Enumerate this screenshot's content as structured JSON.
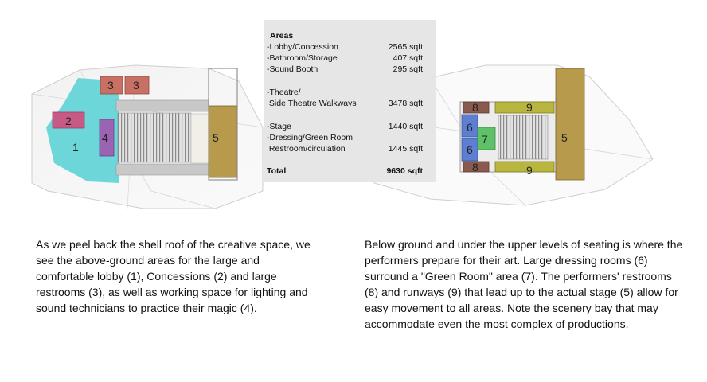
{
  "areas": {
    "heading": "Areas",
    "rows": [
      {
        "label": "-Lobby/Concession",
        "value": "2565 sqft"
      },
      {
        "label": "-Bathroom/Storage",
        "value": "407 sqft"
      },
      {
        "label": "-Sound Booth",
        "value": "295 sqft"
      },
      {
        "label": "-Theatre/",
        "value": ""
      },
      {
        "label": " Side Theatre Walkways",
        "value": "3478 sqft"
      },
      {
        "label": "-Stage",
        "value": "1440 sqft"
      },
      {
        "label": "-Dressing/Green Room",
        "value": ""
      },
      {
        "label": " Restroom/circulation",
        "value": "1445 sqft"
      },
      {
        "label": "Total",
        "value": "9630 sqft"
      }
    ]
  },
  "plan_left": {
    "labels": [
      "1",
      "2",
      "3",
      "3",
      "4",
      "5"
    ],
    "colors": {
      "lobby": "#5ed3d6",
      "concessions": "#c85a86",
      "restrooms": "#c77063",
      "booth": "#9b64b3",
      "stage": "#b89a4d"
    }
  },
  "plan_right": {
    "labels": [
      "8",
      "9",
      "6",
      "7",
      "6",
      "8",
      "9",
      "5"
    ],
    "colors": {
      "dressing": "#5e7fd1",
      "green_room": "#5fc26a",
      "restrooms": "#8a5a4e",
      "runways": "#b9b640",
      "stage": "#b89a4d"
    }
  },
  "captions": {
    "left": "As we peel back the shell roof of the creative space, we see the above-ground areas for the large and comfortable lobby (1), Concessions (2) and large restrooms (3), as well as working space for lighting and sound technicians to practice their magic (4).",
    "right": "Below ground and under the upper levels of seating is where the performers prepare for their art. Large dressing rooms (6) surround a \"Green Room\" area (7). The performers' restrooms (8) and runways (9) that lead up to the actual stage (5) allow for easy movement to all areas. Note the scenery bay that may accommodate even the most complex of productions."
  }
}
